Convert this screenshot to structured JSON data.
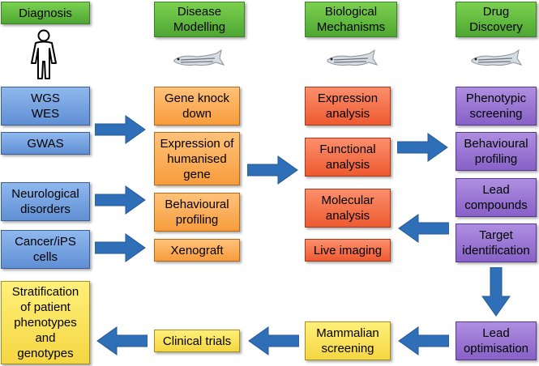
{
  "headers": {
    "diagnosis": "Diagnosis",
    "disease_modelling": "Disease\nModelling",
    "biological_mechanisms": "Biological\nMechanisms",
    "drug_discovery": "Drug\nDiscovery"
  },
  "diagnosis": {
    "wgs_wes": "WGS\nWES",
    "gwas": "GWAS",
    "neurological": "Neurological\ndisorders",
    "cancer_ips": "Cancer/iPS\ncells",
    "stratification": "Stratification\nof patient\nphenotypes\nand\ngenotypes"
  },
  "disease_modelling": {
    "gene_knockdown": "Gene knock\ndown",
    "humanised_gene": "Expression of\nhumanised\ngene",
    "behavioural_profiling": "Behavioural\nprofiling",
    "xenograft": "Xenograft"
  },
  "biological_mechanisms": {
    "expression_analysis": "Expression\nanalysis",
    "functional_analysis": "Functional\nanalysis",
    "molecular_analysis": "Molecular\nanalysis",
    "live_imaging": "Live imaging"
  },
  "drug_discovery": {
    "phenotypic_screening": "Phenotypic\nscreening",
    "behavioural_profiling": "Behavioural\nprofiling",
    "lead_compounds": "Lead\ncompounds",
    "target_identification": "Target\nidentification",
    "lead_optimisation": "Lead\noptimisation"
  },
  "bottom_row": {
    "mammalian_screening": "Mammalian\nscreening",
    "clinical_trials": "Clinical trials"
  },
  "colors": {
    "arrow": "#2f6fb7",
    "header": "#5bb53c",
    "blue": "#6f9de0",
    "orange": "#f7a84a",
    "red": "#f16a40",
    "purple": "#9470cf",
    "yellow": "#f7df52"
  },
  "icons": [
    "human-figure-icon",
    "zebrafish-icon"
  ]
}
